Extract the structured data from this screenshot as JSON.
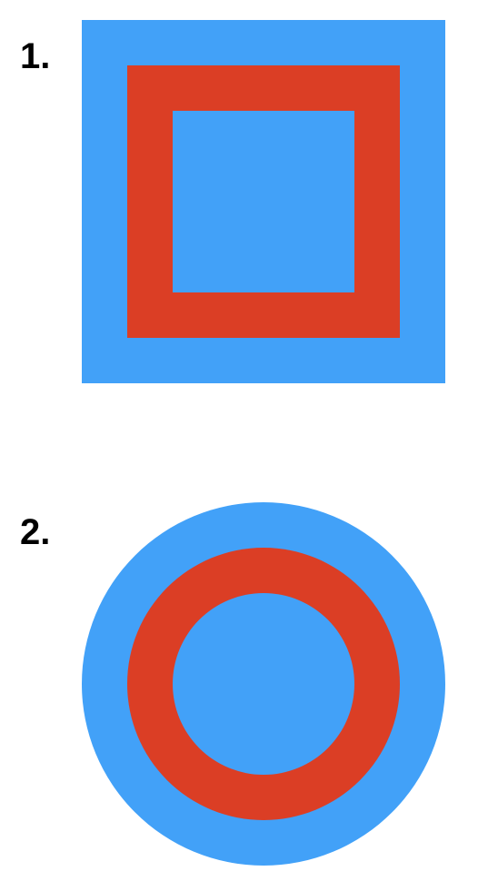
{
  "figures": [
    {
      "label": "1.",
      "shape": "square",
      "outer_color": "#42A1F8",
      "ring_color": "#DB3E25",
      "inner_color": "#42A1F8"
    },
    {
      "label": "2.",
      "shape": "circle",
      "outer_color": "#42A1F8",
      "ring_color": "#DB3E25",
      "inner_color": "#42A1F8"
    }
  ]
}
